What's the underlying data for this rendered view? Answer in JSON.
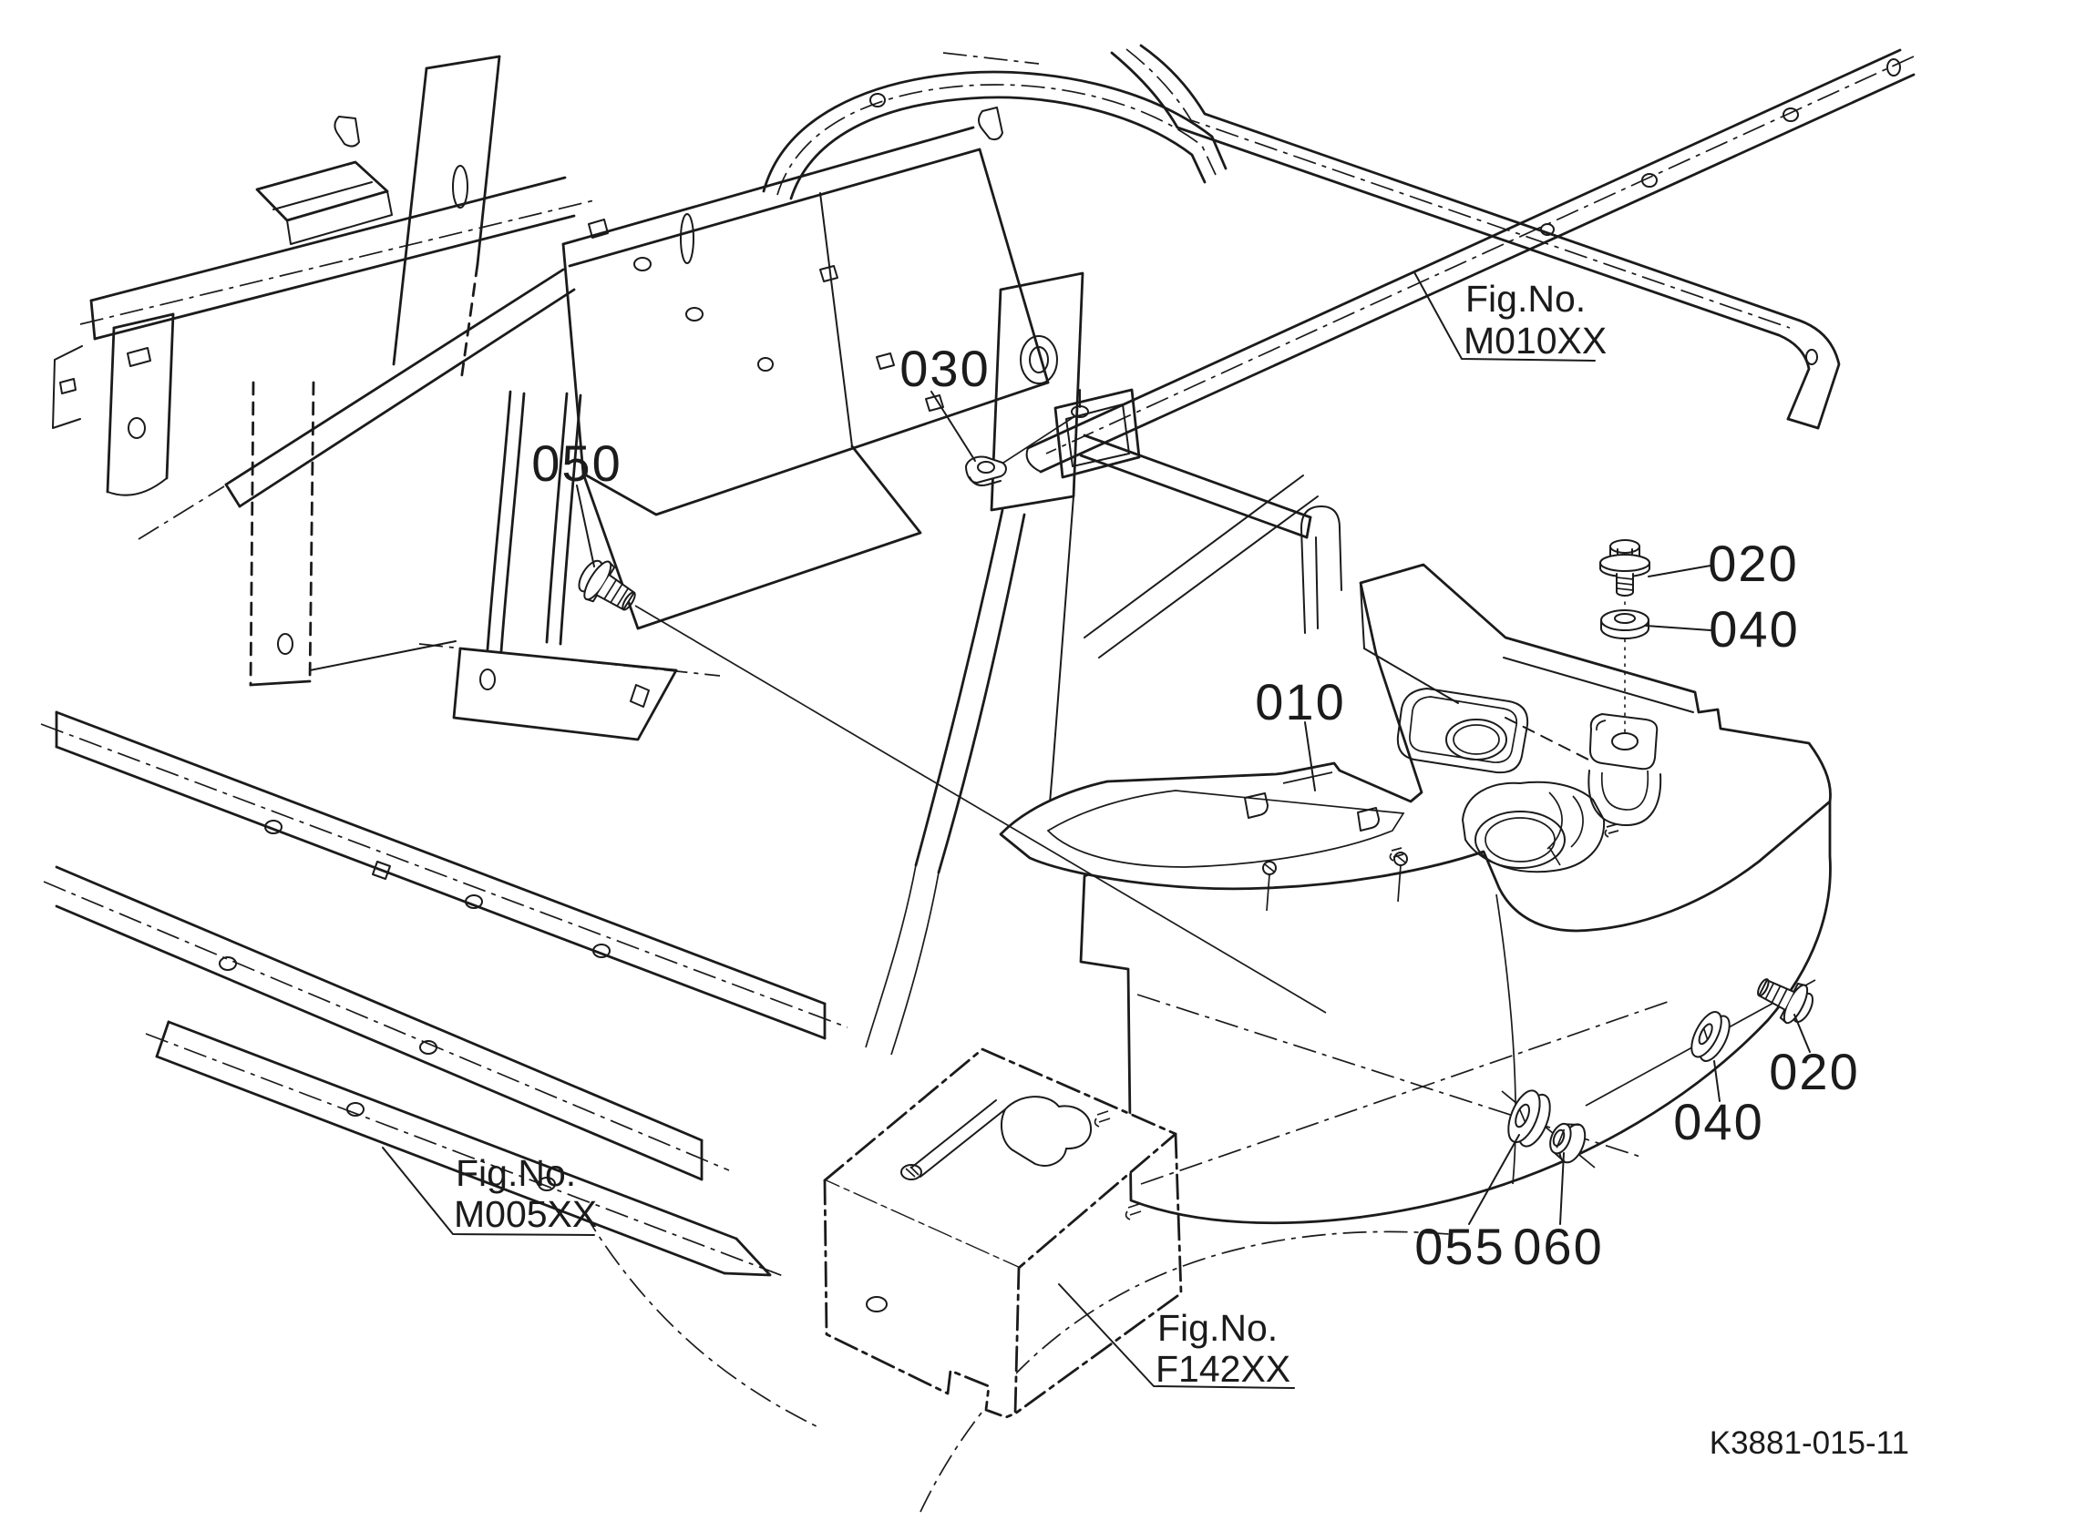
{
  "diagram": {
    "type": "exploded-parts-diagram",
    "background": "#ffffff",
    "line_color": "#1b1b1b",
    "callouts": {
      "c010": "010",
      "c020_top": "020",
      "c020_bottom": "020",
      "c030": "030",
      "c040_top": "040",
      "c040_bottom": "040",
      "c050": "050",
      "c055": "055",
      "c060": "060"
    },
    "fig_refs": {
      "m010": {
        "prefix": "Fig.No.",
        "code": "M010XX"
      },
      "m005": {
        "prefix": "Fig.No.",
        "code": "M005XX"
      },
      "f142": {
        "prefix": "Fig.No.",
        "code": "F142XX"
      }
    },
    "title_block": {
      "drawing_number": "K3881-015-11"
    }
  }
}
